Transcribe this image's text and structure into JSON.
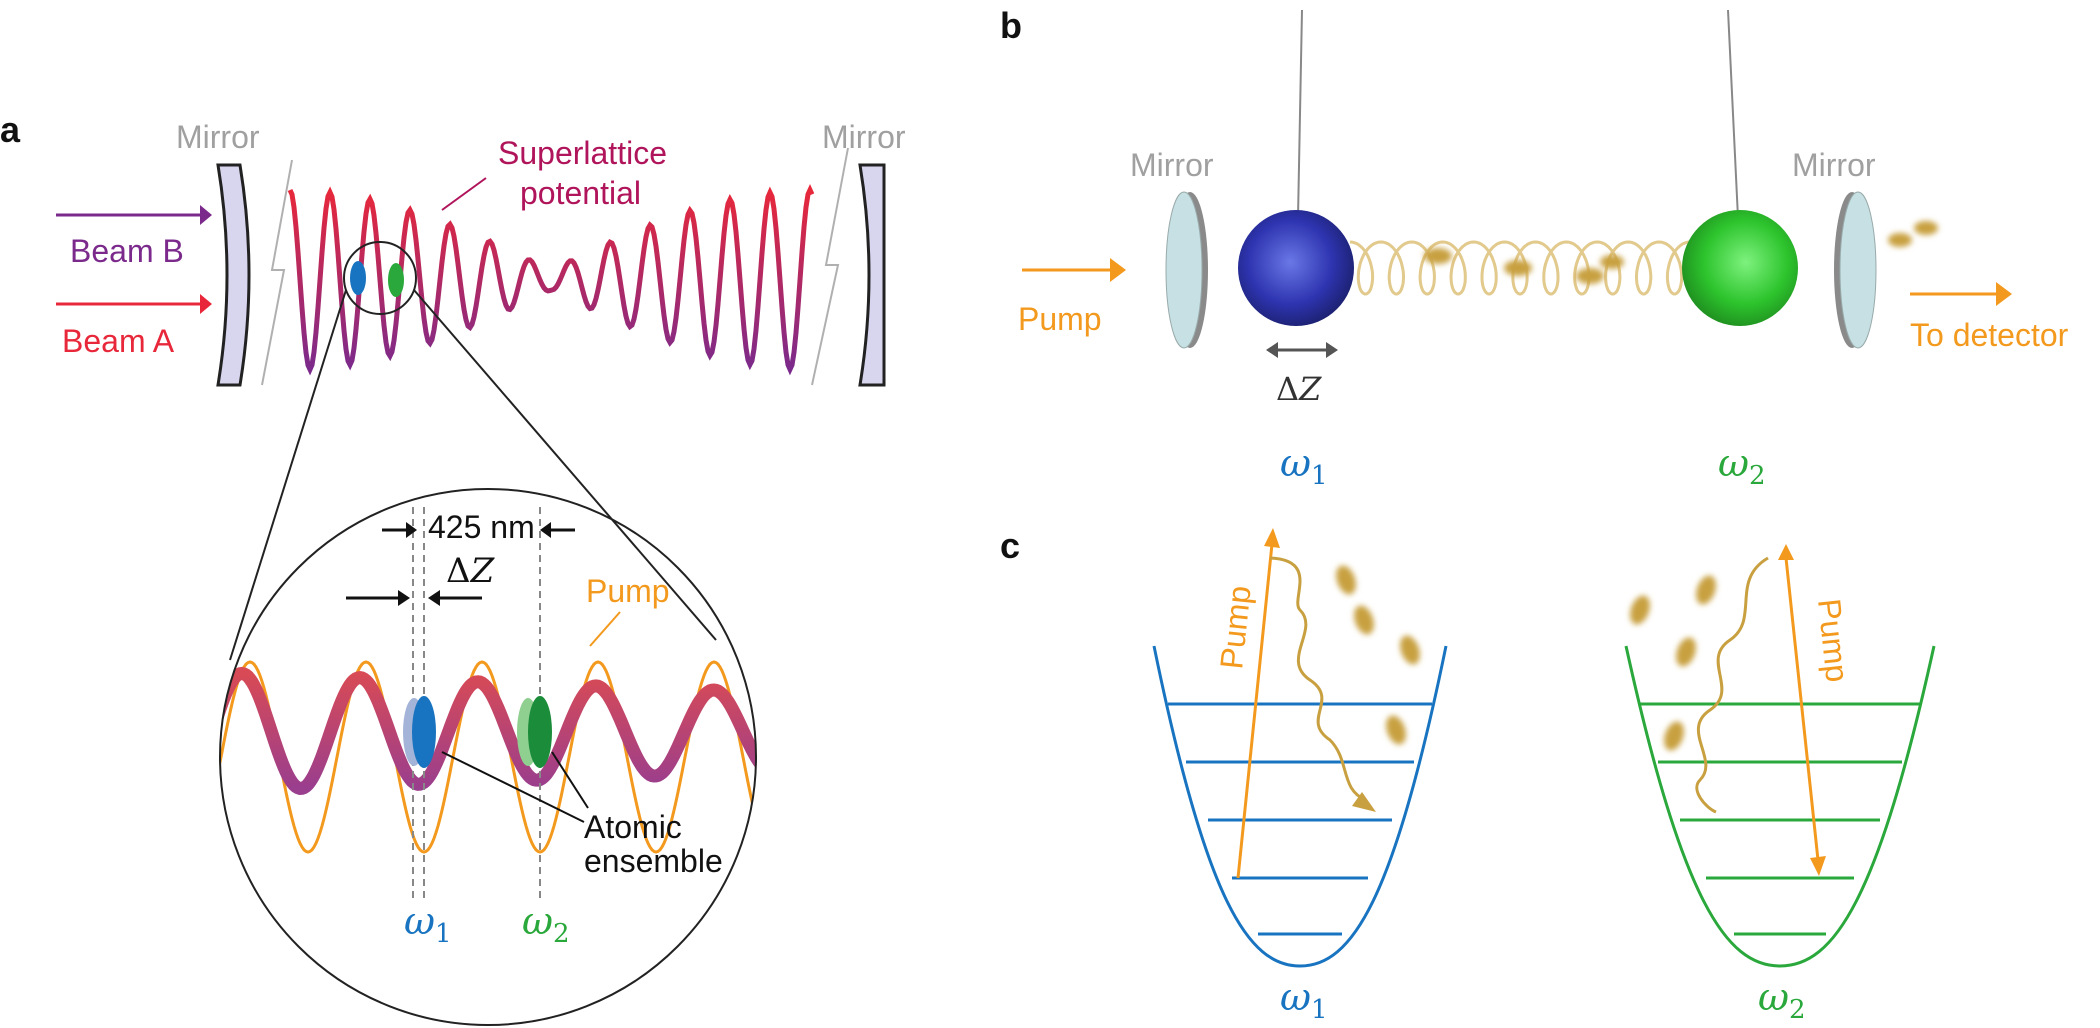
{
  "panels": {
    "a": "a",
    "b": "b",
    "c": "c"
  },
  "a": {
    "mirror_left": "Mirror",
    "mirror_right": "Mirror",
    "beam_b": "Beam B",
    "beam_a": "Beam A",
    "superlattice_1": "Superlattice",
    "superlattice_2": "potential",
    "spacing": "425 nm",
    "delta": "Δ",
    "delta_var": "Z",
    "pump": "Pump",
    "atomic_1": "Atomic",
    "atomic_2": "ensemble",
    "omega": "ω",
    "sub1": "1",
    "sub2": "2"
  },
  "b": {
    "mirror_left": "Mirror",
    "mirror_right": "Mirror",
    "pump": "Pump",
    "detector": "To detector",
    "delta": "Δ",
    "delta_var": "Z",
    "omega": "ω",
    "sub1": "1",
    "sub2": "2"
  },
  "c": {
    "pump_left": "Pump",
    "pump_right": "Pump",
    "omega": "ω",
    "sub1": "1",
    "sub2": "2"
  },
  "colors": {
    "pump": "#f39a1e",
    "beam_b": "#7b2a8c",
    "beam_a": "#e8283a",
    "superlattice": "#b0145a",
    "mirror_gray": "#a0a0a0",
    "blue": "#1874c0",
    "green": "#2aa83c",
    "photon": "#c8a040"
  }
}
